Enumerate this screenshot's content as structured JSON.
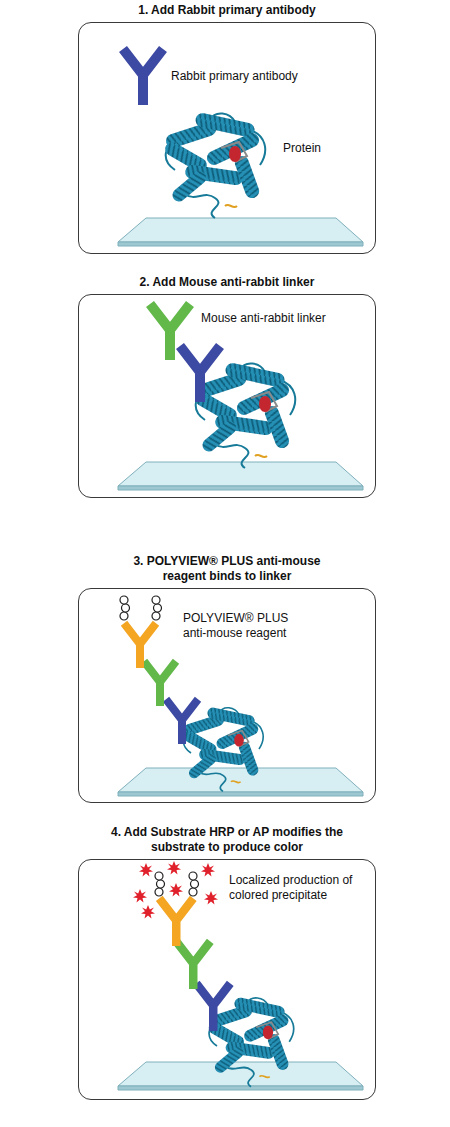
{
  "diagram": {
    "nodes": [
      {
        "text": [
          "1. Add Rabbit primary antibody"
        ]
      },
      {
        "text": [
          "2. Add Mouse anti-rabbit linker"
        ]
      },
      {
        "text": [
          "3. POLYVIEW® PLUS anti-mouse reagent binds to linker"
        ]
      },
      {
        "text": [
          "4. Add Substrate HRP or AP modifies the substrate to produce color"
        ]
      }
    ],
    "labels": [
      "Rabbit primary antibody",
      "Protein",
      "Mouse anti-rabbit linker",
      "POLYVIEW® PLUS anti-mouse reagent",
      "Localized production of colored precipitate"
    ]
  }
}
